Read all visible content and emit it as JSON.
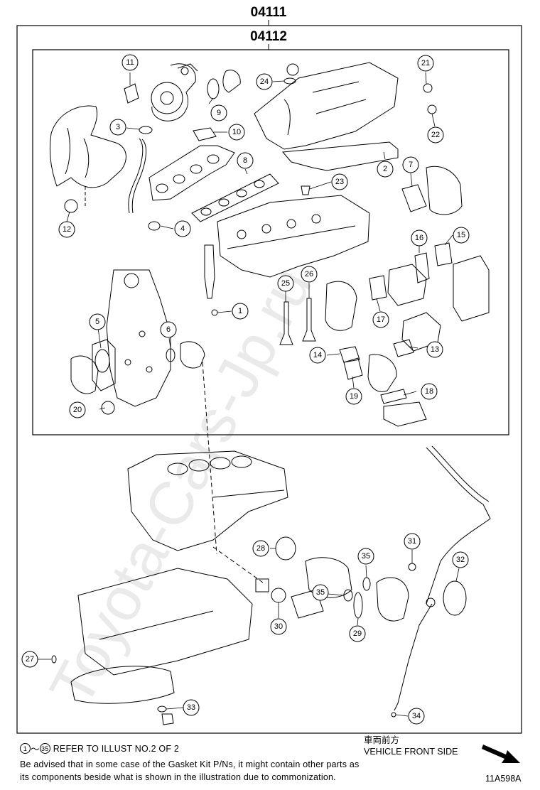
{
  "header": {
    "outer_code": "04111",
    "inner_code": "04112"
  },
  "watermark": "Toyota-Cars-Jp.ru",
  "callouts": [
    "1",
    "2",
    "3",
    "4",
    "5",
    "6",
    "7",
    "8",
    "9",
    "10",
    "11",
    "12",
    "13",
    "14",
    "15",
    "16",
    "17",
    "18",
    "19",
    "20",
    "21",
    "22",
    "23",
    "24",
    "25",
    "26",
    "27",
    "28",
    "29",
    "30",
    "31",
    "32",
    "33",
    "34",
    "35",
    "35"
  ],
  "footer": {
    "ref_start": "1",
    "ref_tilde": "～",
    "ref_end": "35",
    "ref_text": "REFER TO ILLUST NO.2 OF 2",
    "note_line1": "Be advised that in some case of the Gasket Kit P/Ns,  it might contain other parts as",
    "note_line2": "its components beside what is shown in the illustration due to commonization.",
    "direction_jp": "車両前方",
    "direction_en": "VEHICLE FRONT SIDE",
    "illustration_code": "11A598A"
  }
}
